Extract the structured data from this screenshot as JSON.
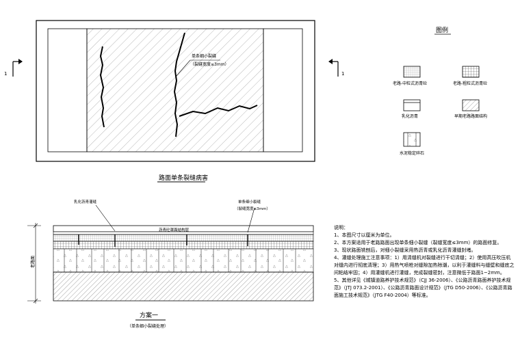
{
  "plan": {
    "crack_label": "单条细小裂缝",
    "crack_width": "（裂缝宽度≤3mm）",
    "section_mark": "1",
    "caption": "路面单条裂缝病害"
  },
  "legend": {
    "title": "图例",
    "items": [
      {
        "label": "老路-中粒式沥青砼"
      },
      {
        "label": "老路-粗粒式沥青砼"
      },
      {
        "label": "乳化沥青"
      },
      {
        "label": "早期老路路面结构"
      },
      {
        "label": "水泥稳定碎石"
      }
    ]
  },
  "section": {
    "left_label": "乳化沥青灌缝",
    "right_label": "单条细小裂缝",
    "right_width": "（裂缝宽度≤3mm）",
    "top_label": "沥青砼罩面结构层",
    "side_label": "老路面",
    "title": "方案一",
    "subtitle": "（单条细小裂缝处理）"
  },
  "notes": {
    "heading": "说明：",
    "lines": [
      "1、本图尺寸以厘米为单位。",
      "2、本方案适用于老路路面出现单条细小裂缝（裂缝宽度≤3mm）的路面修复。",
      "3、现状路面铣刨后，对细小裂缝采用热沥青或乳化沥青灌缝封堵。",
      "4、灌缝处理施工注意事项：1）用清缝机对裂缝进行干切清缝；2）使用高压吹压机对缝内进行彻底清理；3）用热气喷枪对缝隙加热除潮，以利于灌缝料与缝壁和缝底之间粘结牢固；4）用灌缝机进行灌缝，完成裂缝密封，注意微低于路面1~2mm。",
      "5、其他详见《城镇道路养护技术规范》（CJJ 36-2006）、《公路沥青路面养护技术规范》（JTJ 073.2-2001）、《公路沥青路面设计规范》（JTG D50-2006）、《公路沥青路面施工技术规范》（JTG F40-2004）等标准。"
    ]
  }
}
